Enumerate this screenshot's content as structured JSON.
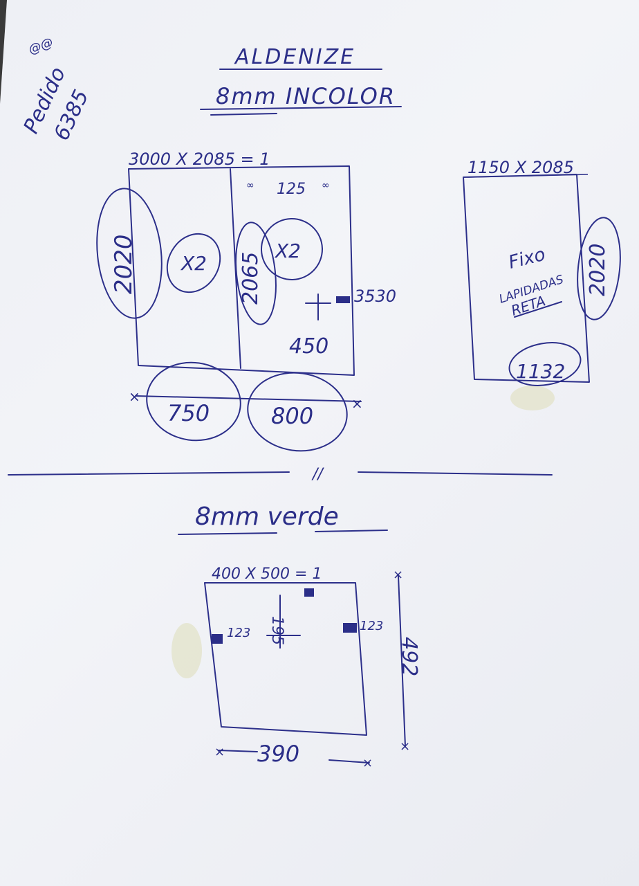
{
  "header": {
    "title": "ALDENIZE",
    "subtitle": "8mm INCOLOR",
    "order_label": "Pedido",
    "order_number": "6385"
  },
  "panel_main": {
    "size": "3000 X 2085 = 1",
    "top_marks": "125",
    "height_left": "2020",
    "height_mid": "2065",
    "qty_left": "X2",
    "qty_mid": "X2",
    "handle_height": "3530",
    "handle_offset": "450",
    "width_left": "750",
    "width_right": "800"
  },
  "panel_side": {
    "size": "1150 X 2085",
    "note_line1": "Fixo",
    "note_line2": "LAPIDADAS",
    "note_line3": "RETA",
    "height": "2020",
    "width": "1132"
  },
  "divider_mark": "//",
  "section2": {
    "title": "8mm verde",
    "size": "400 X 500 = 1",
    "hole_top": "195",
    "hole_left": "123",
    "hole_right": "123",
    "height": "492",
    "width": "390"
  }
}
